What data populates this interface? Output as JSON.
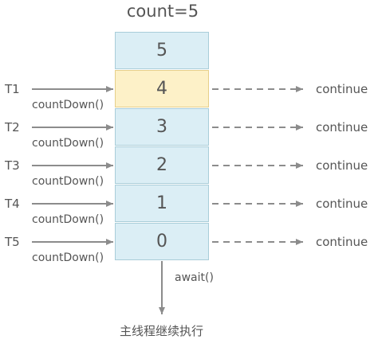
{
  "title": "count=5",
  "cells": [
    {
      "value": "5",
      "highlight": false
    },
    {
      "value": "4",
      "highlight": true
    },
    {
      "value": "3",
      "highlight": false
    },
    {
      "value": "2",
      "highlight": false
    },
    {
      "value": "1",
      "highlight": false
    },
    {
      "value": "0",
      "highlight": false
    }
  ],
  "threads": [
    {
      "name": "T1",
      "call": "countDown()",
      "result": "continue"
    },
    {
      "name": "T2",
      "call": "countDown()",
      "result": "continue"
    },
    {
      "name": "T3",
      "call": "countDown()",
      "result": "continue"
    },
    {
      "name": "T4",
      "call": "countDown()",
      "result": "continue"
    },
    {
      "name": "T5",
      "call": "countDown()",
      "result": "continue"
    }
  ],
  "await_label": "await()",
  "main_label": "主线程继续执行",
  "colors": {
    "cell_fill": "#dbeef5",
    "cell_border": "#a9cdd9",
    "highlight_fill": "#fdf1c8",
    "arrow": "#8c8c8c",
    "text": "#555555"
  }
}
